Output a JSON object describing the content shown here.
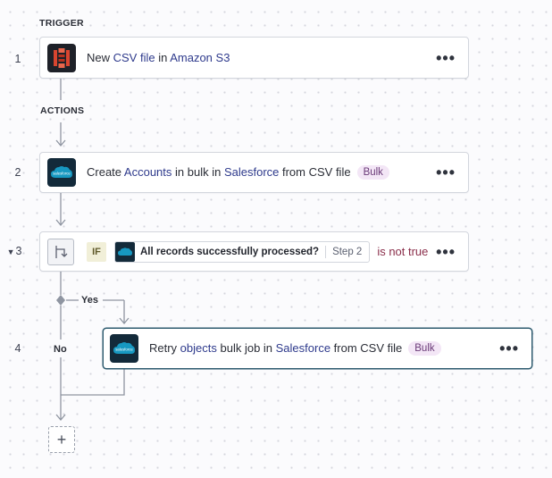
{
  "trigger_section": "TRIGGER",
  "actions_section": "ACTIONS",
  "steps": [
    {
      "number": "1",
      "prefix": "New ",
      "object": "CSV file",
      "mid": " in ",
      "app": "Amazon S3",
      "icon": "amazon-s3-icon"
    },
    {
      "number": "2",
      "prefix": "Create ",
      "object": "Accounts",
      "mid": " in bulk in ",
      "app": "Salesforce",
      "suffix": " from CSV file",
      "badge": "Bulk",
      "icon": "salesforce-icon"
    },
    {
      "number": "3",
      "if_tag": "IF",
      "field": "All records successfully processed?",
      "field_step": "Step 2",
      "operator": "is not true",
      "icon": "conditional-branch-icon"
    },
    {
      "number": "4",
      "prefix": "Retry ",
      "object": "objects",
      "mid": " bulk job in ",
      "app": "Salesforce",
      "suffix": " from CSV file",
      "badge": "Bulk",
      "icon": "salesforce-icon"
    }
  ],
  "branch": {
    "yes": "Yes",
    "no": "No"
  },
  "more_glyph": "•••",
  "add_glyph": "+",
  "salesforce_icon_text": "salesforce",
  "colors": {
    "accent_text": "#2e3a8c",
    "operator": "#8a2e4a",
    "badge_bg": "#f3e6f6",
    "salesforce_cloud": "#1798c1",
    "s3_red": "#d9452f"
  }
}
